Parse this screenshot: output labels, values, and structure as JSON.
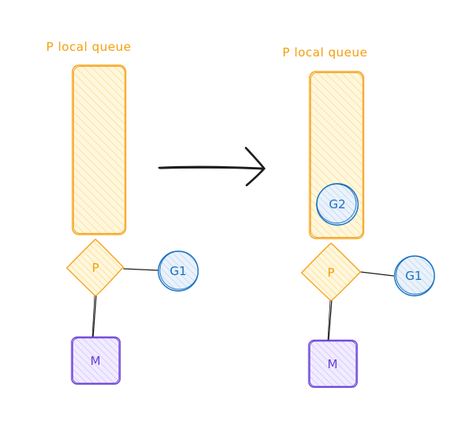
{
  "colors": {
    "processor": "#f59e0b",
    "processor_fill": "#fff3c4",
    "queue_stroke": "#f5a524",
    "queue_fill": "#fff1c9",
    "goroutine": "#1971c2",
    "goroutine_fill": "#dbe9f7",
    "machine": "#6741d9",
    "machine_fill": "#e5dbff",
    "arrow": "#1e1e1e",
    "line": "#1e1e1e"
  },
  "left": {
    "queue_label": "P local queue",
    "processor_label": "P",
    "goroutine_label": "G1",
    "machine_label": "M"
  },
  "right": {
    "queue_label": "P local queue",
    "queued_goroutine_label": "G2",
    "processor_label": "P",
    "goroutine_label": "G1",
    "machine_label": "M"
  },
  "arrow_icon": "arrow-right-icon"
}
